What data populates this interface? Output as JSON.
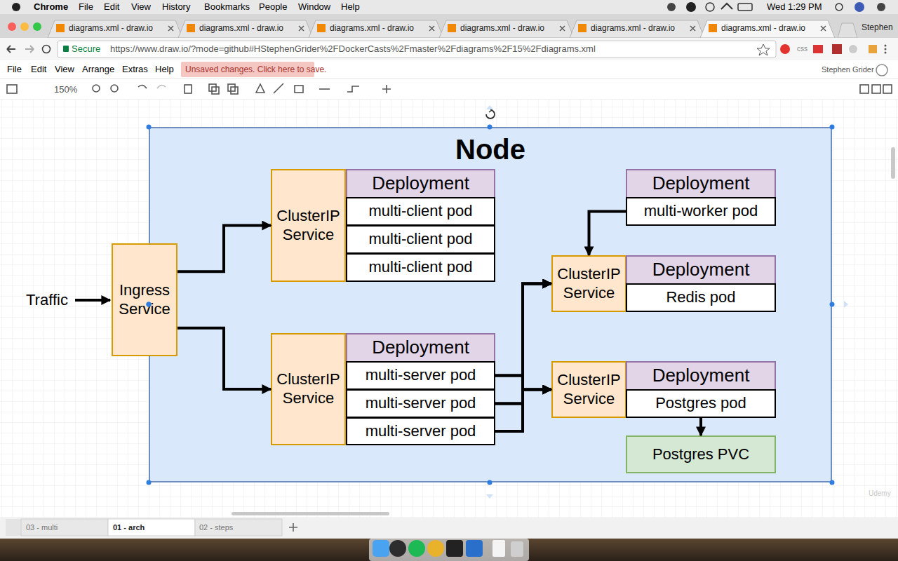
{
  "diagram": {
    "nodes": [
      {
        "text": [
          "Node"
        ]
      },
      {
        "text": [
          "ClusterIP Service"
        ],
        "in": 0
      },
      {
        "text": [
          "Deployment"
        ],
        "in": 0
      },
      {
        "text": [
          "multi-client pod"
        ],
        "in": 2
      },
      {
        "text": [
          "multi-client pod"
        ],
        "in": 2
      },
      {
        "text": [
          "multi-client pod"
        ],
        "in": 2
      },
      {
        "text": [
          "Deployment"
        ],
        "in": 0
      },
      {
        "text": [
          "multi-worker pod"
        ],
        "in": 6
      },
      {
        "text": [
          "Ingress Service"
        ],
        "in": 0
      },
      {
        "text": [
          "ClusterIP Service"
        ],
        "in": 0
      },
      {
        "text": [
          "Deployment"
        ],
        "in": 0
      },
      {
        "text": [
          "Redis pod"
        ],
        "in": 10
      },
      {
        "text": [
          "ClusterIP Service"
        ],
        "in": 0
      },
      {
        "text": [
          "Deployment"
        ],
        "in": 0
      },
      {
        "text": [
          "multi-server pod"
        ],
        "in": 13
      },
      {
        "text": [
          "multi-server pod"
        ],
        "in": 13
      },
      {
        "text": [
          "multi-server pod"
        ],
        "in": 13
      },
      {
        "text": [
          "ClusterIP Service"
        ],
        "in": 0
      },
      {
        "text": [
          "Deployment"
        ],
        "in": 0
      },
      {
        "text": [
          "Postgres pod"
        ],
        "in": 18
      },
      {
        "text": [
          "Postgres PVC"
        ],
        "in": 0
      }
    ],
    "edges": [
      {
        "from": 8,
        "to": 1,
        "arrow": "to"
      },
      {
        "from": 8,
        "to": 12,
        "arrow": "to"
      },
      {
        "from": 7,
        "to": 9,
        "arrow": "to"
      },
      {
        "from": 14,
        "to": 9,
        "arrow": "to"
      },
      {
        "from": 15,
        "to": 9,
        "arrow": "to"
      },
      {
        "from": 16,
        "to": 9,
        "arrow": "to"
      },
      {
        "from": 14,
        "to": 17,
        "arrow": "to"
      },
      {
        "from": 15,
        "to": 17,
        "arrow": "to"
      },
      {
        "from": 16,
        "to": 17,
        "arrow": "to"
      },
      {
        "from": 19,
        "to": 20,
        "arrow": "to"
      }
    ],
    "labels": [
      "Chrome",
      "File",
      "Edit",
      "View",
      "History",
      "Bookmarks",
      "People",
      "Window",
      "Help",
      "Wed 1:29 PM",
      "diagrams.xml - draw.io",
      "diagrams.xml - draw.io",
      "diagrams.xml - draw.io",
      "diagrams.xml - draw.io",
      "diagrams.xml - draw.io",
      "diagrams.xml - draw.io",
      "Stephen",
      "Secure",
      "https://www.draw.io/?mode=github#HStephenGrider%2FDockerCasts%2Fmaster%2Fdiagrams%2F15%2Fdiagrams.xml",
      "css",
      "File",
      "Edit",
      "View",
      "Arrange",
      "Extras",
      "Help",
      "Unsaved changes. Click here to save.",
      "Stephen Grider",
      "150%",
      "Traffic",
      "03 - multi",
      "01 - arch",
      "02 - steps",
      "Udemy"
    ]
  }
}
